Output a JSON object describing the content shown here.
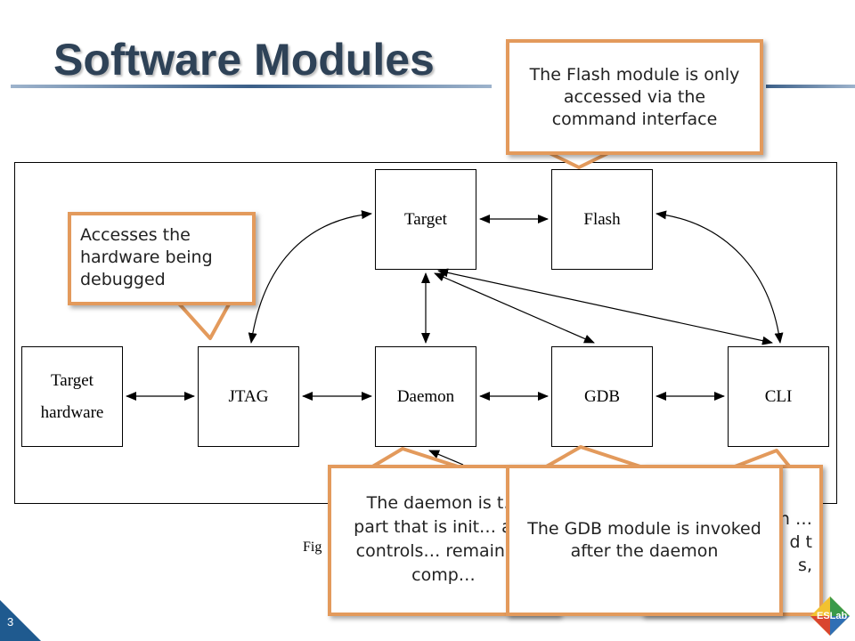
{
  "slide": {
    "title": "Software Modules",
    "page_number": "3",
    "caption_partial": "Fig"
  },
  "diagram": {
    "modules": {
      "target": "Target",
      "flash": "Flash",
      "target_hardware_line1": "Target",
      "target_hardware_line2": "hardware",
      "jtag": "JTAG",
      "daemon": "Daemon",
      "gdb": "GDB",
      "cli": "CLI"
    }
  },
  "callouts": {
    "flash": "The Flash module is only accessed via the command interface",
    "jtag": "Accesses the hardware being debugged",
    "daemon": "The daemon is t… part that is init… and controls… remaining comp…",
    "gdb": "The GDB module is invoked after the daemon",
    "cli_partial": "n … d ts,"
  },
  "logo": {
    "text": "ESLab"
  },
  "colors": {
    "title": "#2e4257",
    "callout_border": "#e39a5c",
    "accent_blue": "#1f5a8f"
  }
}
